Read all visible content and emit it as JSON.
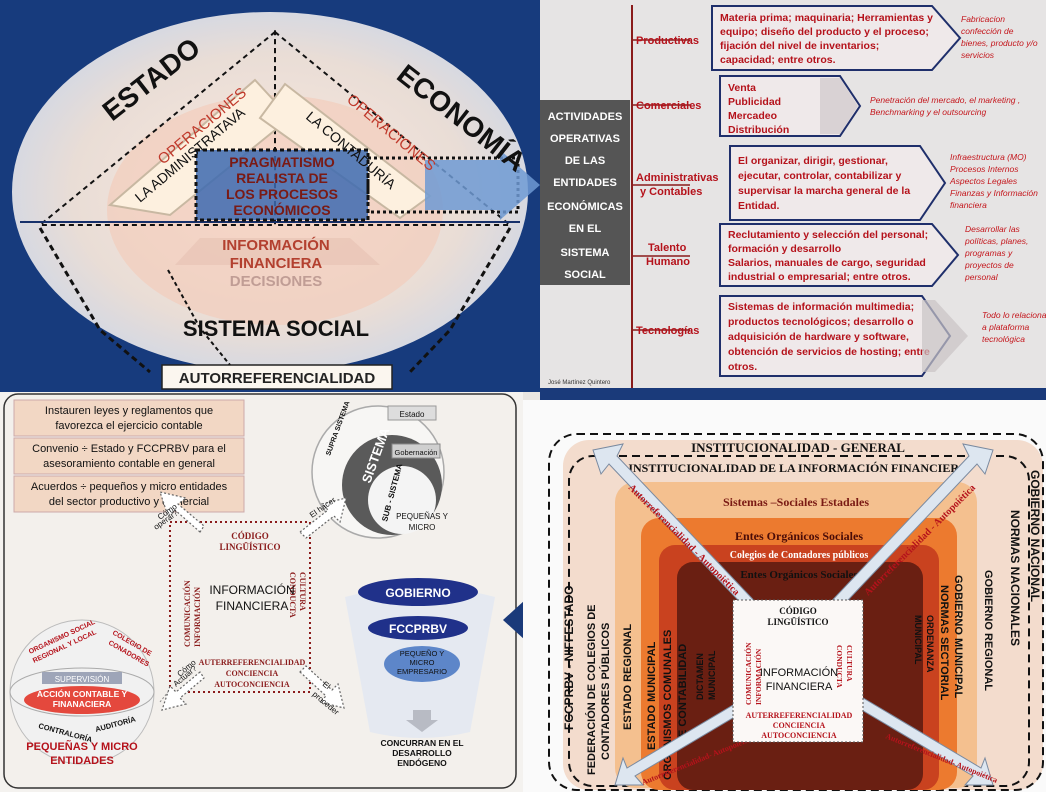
{
  "panel1": {
    "estado": "ESTADO",
    "economia": "ECONOMÍA",
    "operaciones_left": "OPERACIONES",
    "operaciones_right": "OPERACIONES",
    "administratava": "LA ADMINISTRATAVA",
    "contaduria": "LA CONTADURÍA",
    "pragmatismo": [
      "PRAGMATISMO",
      "REALISTA DE",
      "LOS PROCESOS",
      "ECONÓMICOS"
    ],
    "informacion_financiera": [
      "INFORMACIÓN",
      "FINANCIERA"
    ],
    "decisiones": "DECISIONES",
    "sistema_social": "SISTEMA SOCIAL",
    "autorreferencialidad": "AUTORREFERENCIALIDAD"
  },
  "panel2": {
    "center_label": [
      "ACTIVIDADES",
      "OPERATIVAS",
      "DE LAS",
      "ENTIDADES",
      "ECONÓMICAS",
      "EN EL",
      "SISTEMA",
      "SOCIAL"
    ],
    "rows": [
      {
        "label": [
          "Productivas"
        ],
        "box": [
          "Materia prima; maquinaria; Herramientas y",
          "equipo; diseño del producto y el proceso;",
          "fijación del nivel de inventarios;",
          "capacidad; entre otros."
        ],
        "note": [
          "Fabricacion",
          "confección de",
          "bienes, producto y/o",
          "servicios"
        ]
      },
      {
        "label": [
          "Comerciales"
        ],
        "box": [
          "Venta",
          "Publicidad",
          "Mercadeo",
          "Distribución"
        ],
        "note": [
          "Penetración del mercado, el marketing ,",
          "Benchmarking y el outsourcing"
        ]
      },
      {
        "label": [
          "Administrativas",
          "y Contables"
        ],
        "box": [
          "El organizar, dirigir, gestionar,",
          "ejecutar, controlar, contabilizar y",
          "supervisar la marcha general de la",
          "Entidad."
        ],
        "note": [
          "Infraestructura (MO)",
          "Procesos Internos",
          "Aspectos Legales",
          "Finanzas y Información",
          "financiera"
        ]
      },
      {
        "label": [
          "Talento",
          "Humano"
        ],
        "box": [
          "Reclutamiento y selección del personal;",
          "formación y desarrollo",
          "Salarios, manuales de cargo, seguridad",
          "industrial o empresarial; entre otros."
        ],
        "note": [
          "Desarrollar las",
          "políticas, planes,",
          "programas y",
          "proyectos de",
          "personal"
        ]
      },
      {
        "label": [
          "Tecnologías"
        ],
        "box": [
          "Sistemas de información multimedia;",
          "productos tecnológicos; desarrollo o",
          "adquisición de hardware y software,",
          "obtención de servicios de hosting; entre",
          "otros."
        ],
        "note": [
          "Todo lo relacionado",
          "a plataforma",
          "tecnológica"
        ]
      }
    ],
    "author": "José Martínez Quintero"
  },
  "panel3": {
    "boxes": [
      [
        "Instauren leyes y reglamentos que",
        "favorezca el ejercicio contable"
      ],
      [
        "Convenio ÷ Estado y FCCPRBV para el",
        "asesoramiento contable en general"
      ],
      [
        "Acuerdos ÷ pequeños y micro entidades",
        "del sector productivo y comercial"
      ]
    ],
    "estado": "Estado",
    "supra_sistema": "SUPRA SISTEMA",
    "sistema": "SISTEMA",
    "gobernacion": "Gobernación",
    "sub_sistema": "SUB - SISTEMA",
    "pequenas_micro": [
      "PEQUEÑAS Y",
      "MICRO"
    ],
    "como_operar": [
      "Cómo",
      "operar?"
    ],
    "el_hacer": "El hacer",
    "codigo": [
      "CÓDIGO",
      "LINGÜÍSTICO"
    ],
    "comunicacion": [
      "COMUNICACIÓN",
      "INFORMACIÓN"
    ],
    "cultura": [
      "CULTURA",
      "CONDUCTA"
    ],
    "informacion_financiera": [
      "INFORMACIÓN",
      "FINANCIERA"
    ],
    "autorref": [
      "AUTERREFERENCIALIDAD",
      "CONCIENCIA",
      "AUTOCONCIENCIA"
    ],
    "como_actuar": [
      "Cómo",
      "Actuar?"
    ],
    "el_proceder": [
      "El",
      "proceder"
    ],
    "gobierno": "GOBIERNO",
    "fccprbv": "FCCPRBV",
    "pequeno_micro": [
      "PEQUEÑO Y",
      "MICRO",
      "EMPRESARIO"
    ],
    "concurran": [
      "CONCURRAN EN EL",
      "DESARROLLO",
      "ENDÓGENO"
    ],
    "organismo": [
      "ORGANISMO SOCIAL",
      "REGIONAL Y LOCAL"
    ],
    "colegio": [
      "COLEGIO DE",
      "CONADORES"
    ],
    "supervision": "SUPERVISIÓN",
    "accion": [
      "ACCIÓN CONTABLE Y",
      "FINANACIERA"
    ],
    "contraloria": "CONTRALORÍA",
    "auditoria": "AUDITORÍA",
    "pequenas_micro_ent": [
      "PEQUEÑAS Y MICRO",
      "ENTIDADES"
    ]
  },
  "panel4": {
    "inst_general": "INSTITUCIONALIDAD - GENERAL",
    "inst_info": "INSTITUCIONALIDAD DE LA INFORMACIÓN FINANCIERA",
    "sistemas_sociales": "Sistemas –Sociales Estadales",
    "entes_organicos": "Entes Orgánicos Sociales",
    "colegios": "Colegios de Contadores públicos",
    "entes_organicos_inner": "Entes Orgánicos Sociales",
    "fccprbv": "FCCPRBV - NIFFESTADO",
    "federacion": [
      "FEDERACIÓN DE COLEGIOS DE",
      "CONTADORES PÚBLICOS"
    ],
    "estado_regional": "ESTADO REGIONAL",
    "estado_municipal": "ESTADO MUNICIPAL",
    "organismos_comunales": "ORGANISMOS COMUNALES",
    "de_contabilidad": "DE CONTABILIDAD",
    "dictamen": [
      "DICTAMEN",
      "MUNICIPAL"
    ],
    "gobierno_nacional": "GOBIERNO NACIONAL",
    "normas_nacionales": "NORMAS NACIONALES",
    "gobierno_regional": "GOBIERNO REGIONAL",
    "gobierno_municipal": "GOBIERNO MUNICIPAL",
    "normas_sectorial": "NORMAS SECTORIAL",
    "ordenanza": [
      "ORDENANZA",
      "MUNICIPAL"
    ],
    "auto_arrow": "Autorreferencialidad - Autopoiética",
    "auto_arrow_short": "Autorreferencialidad- Autopoiética",
    "codigo": [
      "CÓDIGO",
      "LINGÜÍSTICO"
    ],
    "comunicacion": [
      "COMUNICACIÓN",
      "INFORMACIÓN"
    ],
    "cultura": [
      "CULTURA",
      "CONDUCTA"
    ],
    "informacion_financiera": [
      "INFORMACIÓN",
      "FINANCIERA"
    ],
    "autorref": [
      "AUTERREFERENCIALIDAD",
      "CONCIENCIA",
      "AUTOCONCIENCIA"
    ]
  }
}
